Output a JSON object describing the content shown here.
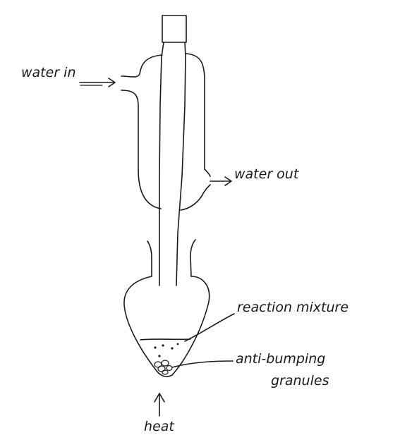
{
  "labels": {
    "water_in": "water in",
    "water_out": "water out",
    "reaction_mixture": "reaction mixture",
    "anti_bumping_line1": "anti-bumping",
    "anti_bumping_line2": "granules",
    "heat": "heat"
  },
  "colors": {
    "ink": "#1a1a1a",
    "paper": "#ffffff"
  }
}
